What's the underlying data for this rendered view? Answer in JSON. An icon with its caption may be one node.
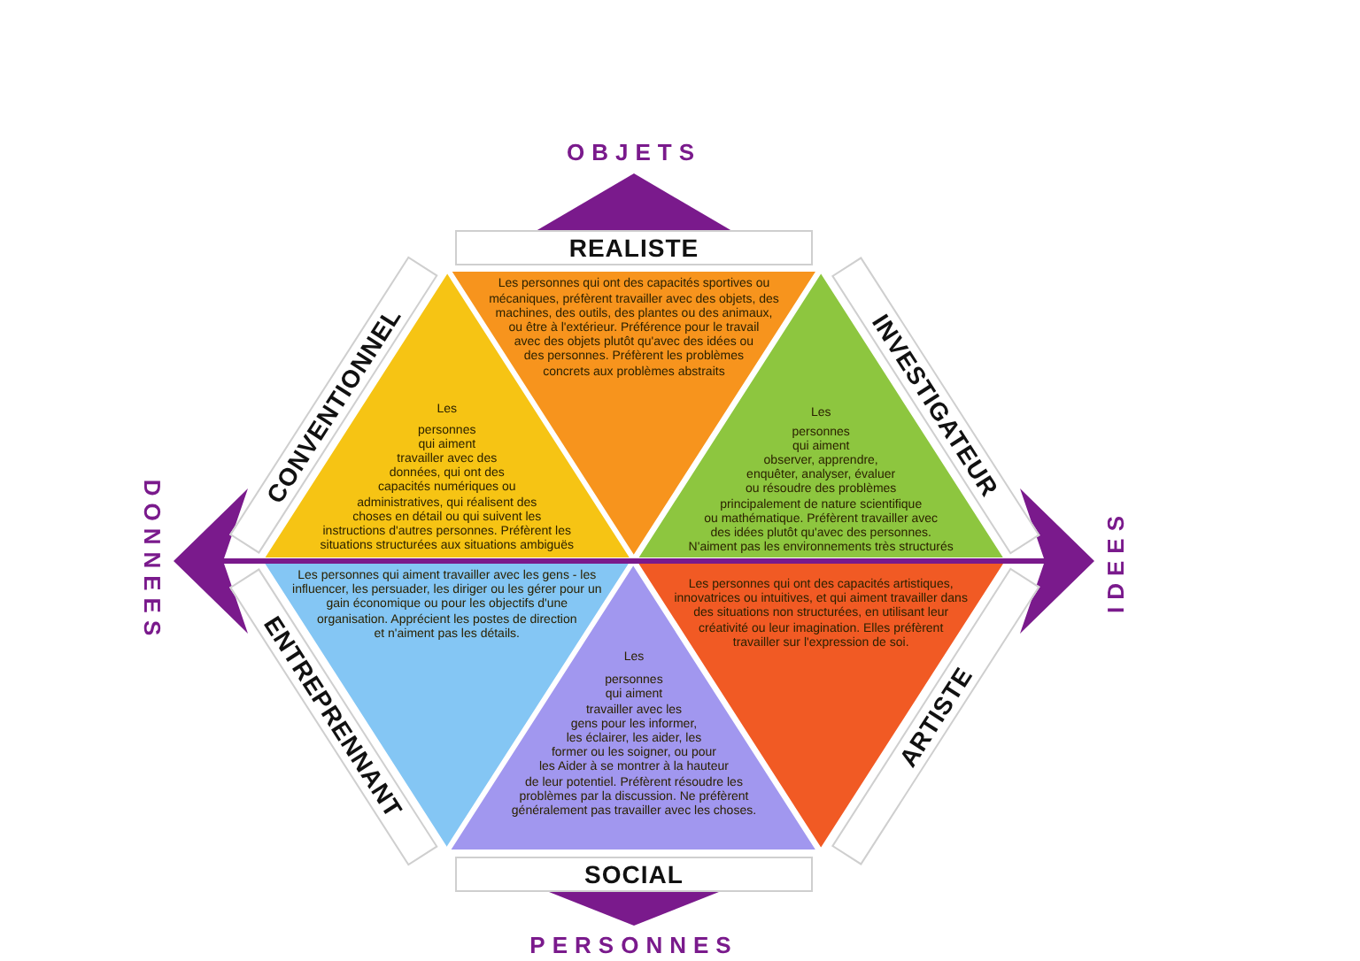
{
  "diagram": {
    "nodes": [
      {
        "text": [
          "REALISTE",
          "Les personnes qui ont des capacités sportives ou mécaniques, préfèrent travailler avec des objets, des machines, des outils, des plantes ou des animaux, ou être à l'extérieur. Préférence pour le travail avec des objets plutôt qu'avec des idées ou des personnes. Préfèrent les problèmes concrets aux problèmes abstraits"
        ]
      },
      {
        "text": [
          "CONVENTIONNEL",
          "Les personnes qui aiment travailler avec des données, qui ont des capacités numériques ou administratives, qui réalisent des choses en détail ou qui suivent les instructions d'autres personnes. Préfèrent les situations structurées aux situations ambiguës"
        ]
      },
      {
        "text": [
          "INVESTIGATEUR",
          "Les personnes qui aiment observer, apprendre, enquêter, analyser, évaluer ou résoudre des problèmes principalement de nature scientifique ou mathématique. Préfèrent travailler avec des idées plutôt qu'avec des personnes. N'aiment pas les environnements très structurés"
        ]
      },
      {
        "text": [
          "ENTREPRENNANT",
          "Les personnes qui aiment travailler avec les gens - les influencer, les persuader, les diriger ou les gérer pour un gain économique ou pour les objectifs d'une organisation. Apprécient les postes de direction et n'aiment pas les détails."
        ]
      },
      {
        "text": [
          "ARTISTE",
          "Les personnes qui ont des capacités artistiques, innovatrices ou intuitives, et qui aiment travailler dans des situations non structurées, en utilisant leur créativité ou leur imagination. Elles préfèrent travailler sur l'expression de soi."
        ]
      },
      {
        "text": [
          "Les personnes qui aiment travailler avec les gens pour les informer, les éclairer, les aider, les former ou les soigner, ou pour les Aider à se montrer à la hauteur de leur potentiel. Préfèrent résoudre les problèmes par la discussion. Ne préfèrent généralement pas travailler avec les choses.",
          "SOCIAL"
        ]
      }
    ],
    "labels": [
      "OBJETS",
      "DONNEES",
      "IDEES",
      "PERSONNES"
    ]
  }
}
